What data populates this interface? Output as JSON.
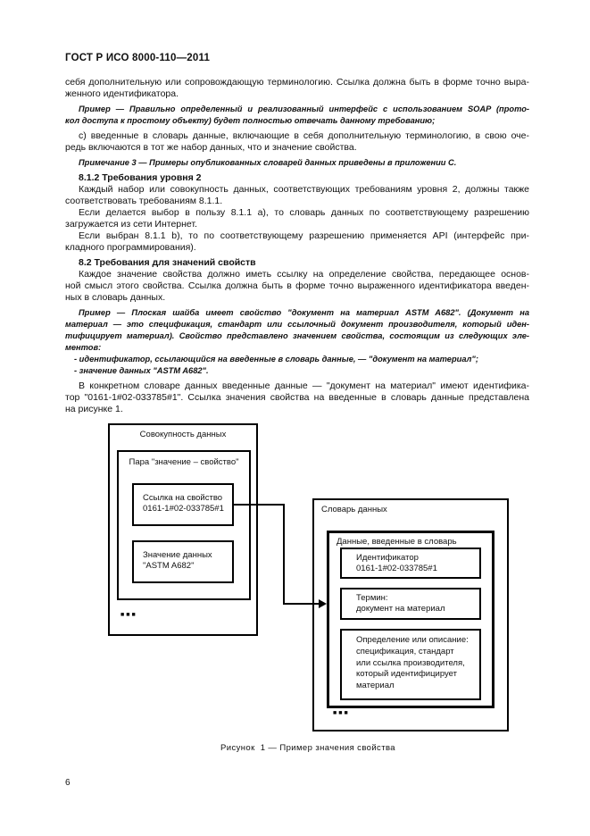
{
  "page": {
    "header": "ГОСТ Р ИСО 8000-110—2011",
    "number": "6"
  },
  "content": {
    "paragraphs": [
      {
        "type": "body",
        "indent": false,
        "lines": [
          "себя дополнительную или сопровождающую терминологию. Ссылка должна быть в форме точно выра-",
          "женного идентификатора."
        ]
      },
      {
        "type": "example",
        "indent": true,
        "lines": [
          "Пример — Правильно определенный и реализованный интерфейс с использованием SOAP (прото-",
          "кол доступа к простому объекту) будет полностью отвечать данному требованию;"
        ]
      },
      {
        "type": "body",
        "indent": true,
        "lines": [
          "с)  введенные в словарь данные, включающие в себя дополнительную терминологию, в свою оче-",
          "редь включаются в тот же набор данных, что и значение свойства."
        ]
      },
      {
        "type": "note",
        "indent": true,
        "lines": [
          "Примечание 3 — Примеры опубликованных словарей данных приведены в приложении С."
        ]
      },
      {
        "type": "heading",
        "indent": true,
        "lines": [
          "8.1.2  Требования уровня 2"
        ]
      },
      {
        "type": "body",
        "indent": true,
        "lines": [
          "Каждый набор или совокупность данных, соответствующих требованиям уровня 2, должны также",
          "соответствовать требованиям 8.1.1."
        ]
      },
      {
        "type": "body",
        "indent": true,
        "lines": [
          "Если делается выбор в пользу 8.1.1 а), то словарь данных по соответствующему разрешению",
          "загружается из сети Интернет."
        ]
      },
      {
        "type": "body",
        "indent": true,
        "lines": [
          "Если выбран 8.1.1 b), то по соответствующему разрешению применяется API (интерфейс при-",
          "кладного программирования)."
        ]
      },
      {
        "type": "heading",
        "indent": true,
        "lines": [
          "8.2  Требования для значений свойств"
        ]
      },
      {
        "type": "body",
        "indent": true,
        "lines": [
          "Каждое значение свойства должно иметь ссылку на определение свойства, передающее основ-",
          "ной смысл этого свойства. Ссылка должна быть в форме точно выраженного идентификатора введен-",
          "ных в словарь данных."
        ]
      },
      {
        "type": "example",
        "indent": true,
        "lines": [
          "Пример — Плоская шайба имеет свойство \"документ на материал ASTM A682\". (Документ на",
          "материал — это спецификация, стандарт или ссылочный документ производителя, который иден-",
          "тифицирует материал). Свойство представлено значением свойства, состоящим из следующих эле-",
          "ментов:",
          "- идентификатор, ссылающийся на введенные в словарь данные, — \"документ на материал\";",
          "- значение данных \"ASTM A682\"."
        ]
      },
      {
        "type": "body",
        "indent": true,
        "lines": [
          "В конкретном словаре данных введенные данные — \"документ на материал\" имеют идентифика-",
          "тор \"0161-1#02-033785#1\". Ссылка значения свойства на введенные в словарь данные представлена",
          "на рисунке 1."
        ]
      }
    ]
  },
  "figure": {
    "dataset_box_label": "Совокупность данных",
    "pair_box_label": "Пара \"значение – свойство\"",
    "property_ref_text": "Ссылка на свойство\n0161-1#02-033785#1",
    "data_value_text": "Значение данных\n\"ASTM A682\"",
    "dictionary_box_label": "Словарь данных",
    "entry_box_label": "Данные, введенные в словарь",
    "identifier_text": "Идентификатор\n0161-1#02-033785#1",
    "term_text": "Термин:\nдокумент на материал",
    "definition_text": "Определение или описание:\nспецификация, стандарт\nили ссылка производителя,\nкоторый идентифицирует\nматериал",
    "ellipsis": "■■■",
    "caption": "Рисунок  1 — Пример значения свойства"
  }
}
